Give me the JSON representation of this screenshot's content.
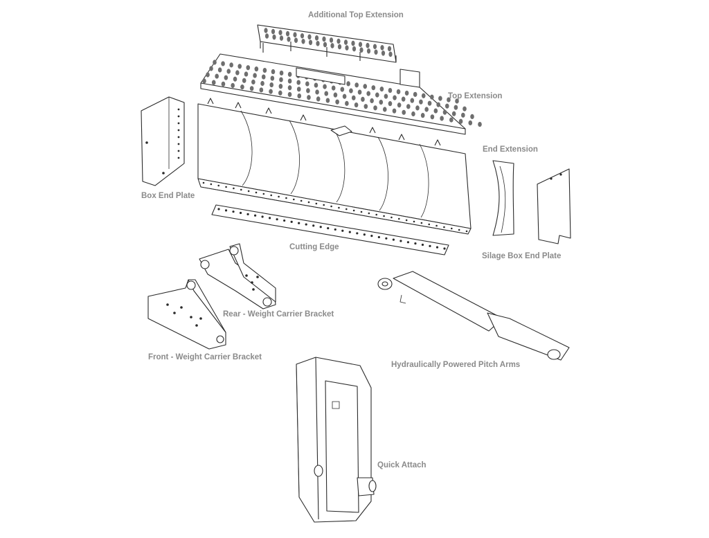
{
  "labels": {
    "additional_top_extension": "Additional Top Extension",
    "top_extension": "Top Extension",
    "end_extension": "End Extension",
    "box_end_plate": "Box End Plate",
    "cutting_edge": "Cutting Edge",
    "silage_box_end_plate": "Silage Box End Plate",
    "rear_weight_carrier_bracket": "Rear - Weight Carrier Bracket",
    "front_weight_carrier_bracket": "Front - Weight Carrier Bracket",
    "hydraulically_powered_pitch_arms": "Hydraulically Powered Pitch Arms",
    "quick_attach": "Quick Attach"
  }
}
